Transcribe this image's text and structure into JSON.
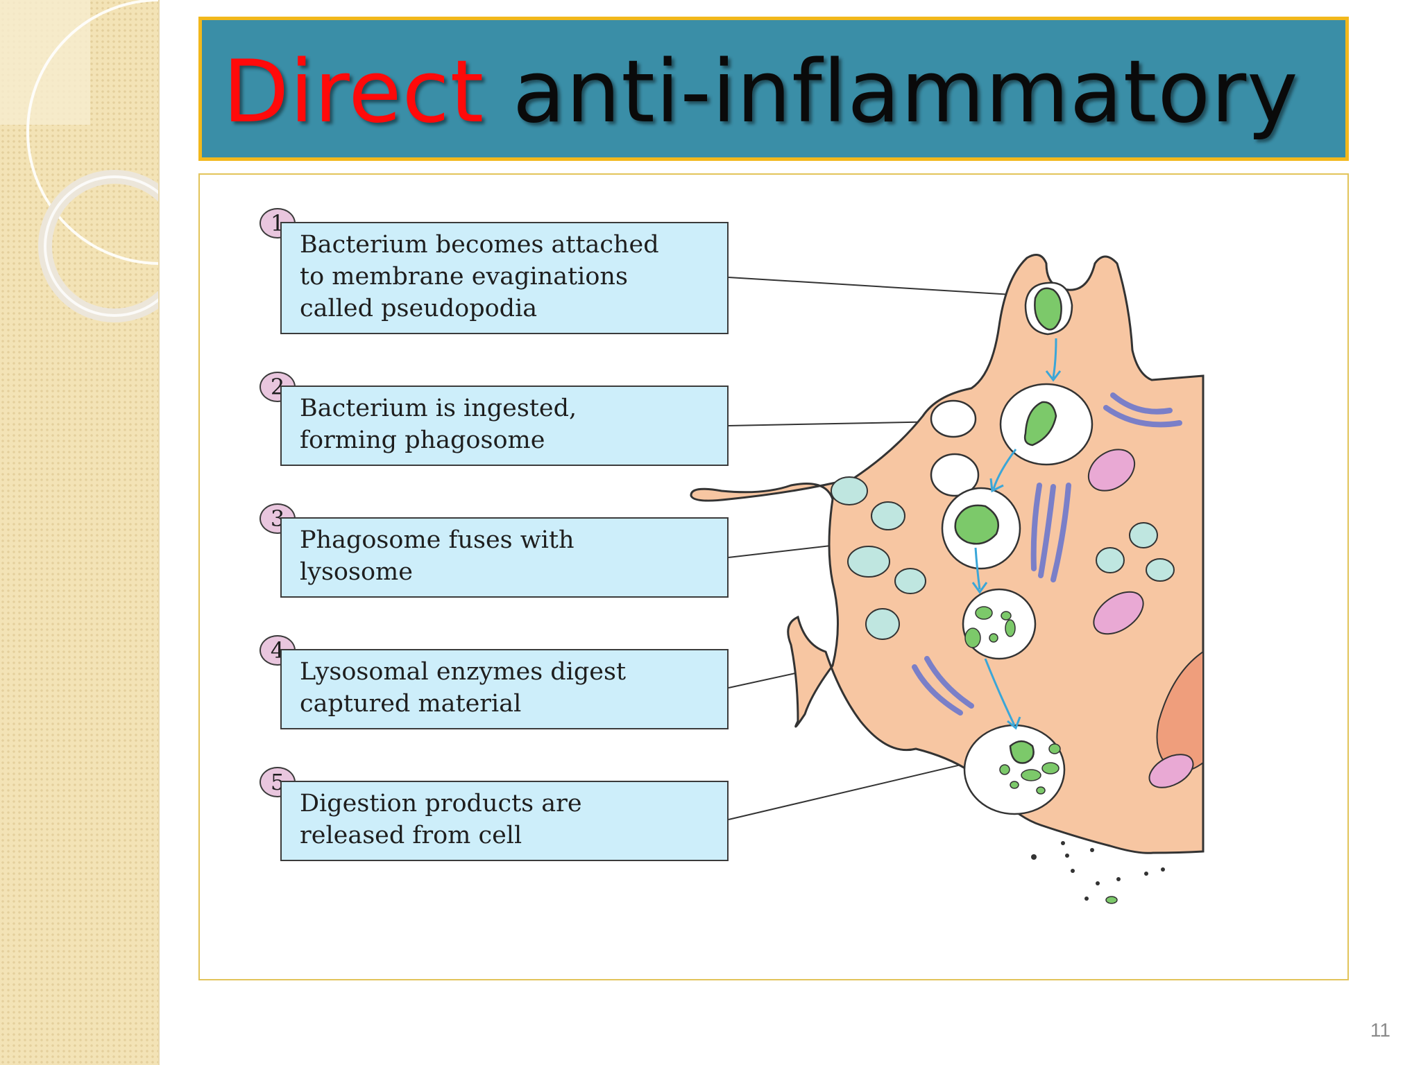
{
  "slide": {
    "title_highlight": "Direct",
    "title_rest": " anti-inflammatory",
    "slide_number": "11",
    "colors": {
      "title_bg": "#3a8ea7",
      "title_border": "#f2b81c",
      "title_highlight": "#ff0a0a"
    }
  },
  "steps": [
    {
      "num": "1",
      "text": "Bacterium becomes attached\nto membrane evaginations\ncalled pseudopodia"
    },
    {
      "num": "2",
      "text": "Bacterium is ingested,\nforming phagosome"
    },
    {
      "num": "3",
      "text": "Phagosome fuses with\nlysosome"
    },
    {
      "num": "4",
      "text": "Lysosomal enzymes digest\ncaptured material"
    },
    {
      "num": "5",
      "text": "Digestion products are\nreleased from cell"
    }
  ]
}
